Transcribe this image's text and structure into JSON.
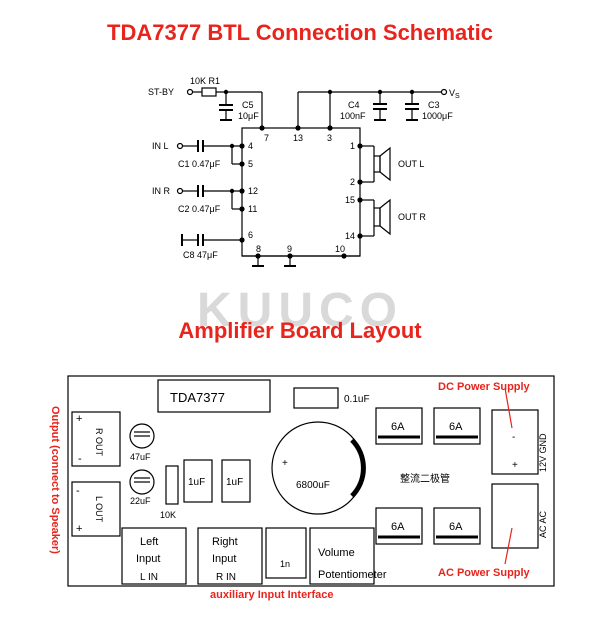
{
  "titles": {
    "schematic": "TDA7377 BTL Connection Schematic",
    "board": "Amplifier Board Layout"
  },
  "watermark": "KUUCO",
  "schematic": {
    "st_by": "ST-BY",
    "r1": "10K R1",
    "c5_name": "C5",
    "c5_value": "10μF",
    "c4_name": "C4",
    "c4_value": "100nF",
    "c3_name": "C3",
    "c3_value": "1000μF",
    "vs": "V",
    "vs_sub": "S",
    "in_l": "IN L",
    "c1": "C1 0.47μF",
    "in_r": "IN R",
    "c2": "C2 0.47μF",
    "c8": "C8 47μF",
    "out_l": "OUT L",
    "out_r": "OUT R",
    "pins": {
      "p7": "7",
      "p13": "13",
      "p3": "3",
      "p4": "4",
      "p5": "5",
      "p12": "12",
      "p11": "11",
      "p6": "6",
      "p8": "8",
      "p9": "9",
      "p10": "10",
      "p1": "1",
      "p2": "2",
      "p15": "15",
      "p14": "14"
    }
  },
  "board": {
    "chip": "TDA7377",
    "cap_01uf": "0.1uF",
    "r_out": "R OUT",
    "l_out": "L OUT",
    "cap_47uf": "47uF",
    "cap_22uf": "22uF",
    "cap_1uf_a": "1uF",
    "cap_1uf_b": "1uF",
    "resistor": "10K",
    "big_cap": "6800uF",
    "diode_6a_1": "6A",
    "diode_6a_2": "6A",
    "diode_6a_3": "6A",
    "diode_6a_4": "6A",
    "bridge": "整流二极管",
    "dc_terminal": "12V GND",
    "ac_terminal": "AC AC",
    "left_input_1": "Left",
    "left_input_2": "Input",
    "left_input_3": "L IN",
    "right_input_1": "Right",
    "right_input_2": "Input",
    "right_input_3": "R IN",
    "aux_label": "1n",
    "volume_1": "Volume",
    "volume_2": "Potentiometer",
    "plus": "+",
    "minus": "-"
  },
  "annotations": {
    "output": "Output (connect to Speaker)",
    "dc_power": "DC Power Supply",
    "ac_power": "AC Power Supply",
    "aux": "auxiliary Input Interface"
  }
}
